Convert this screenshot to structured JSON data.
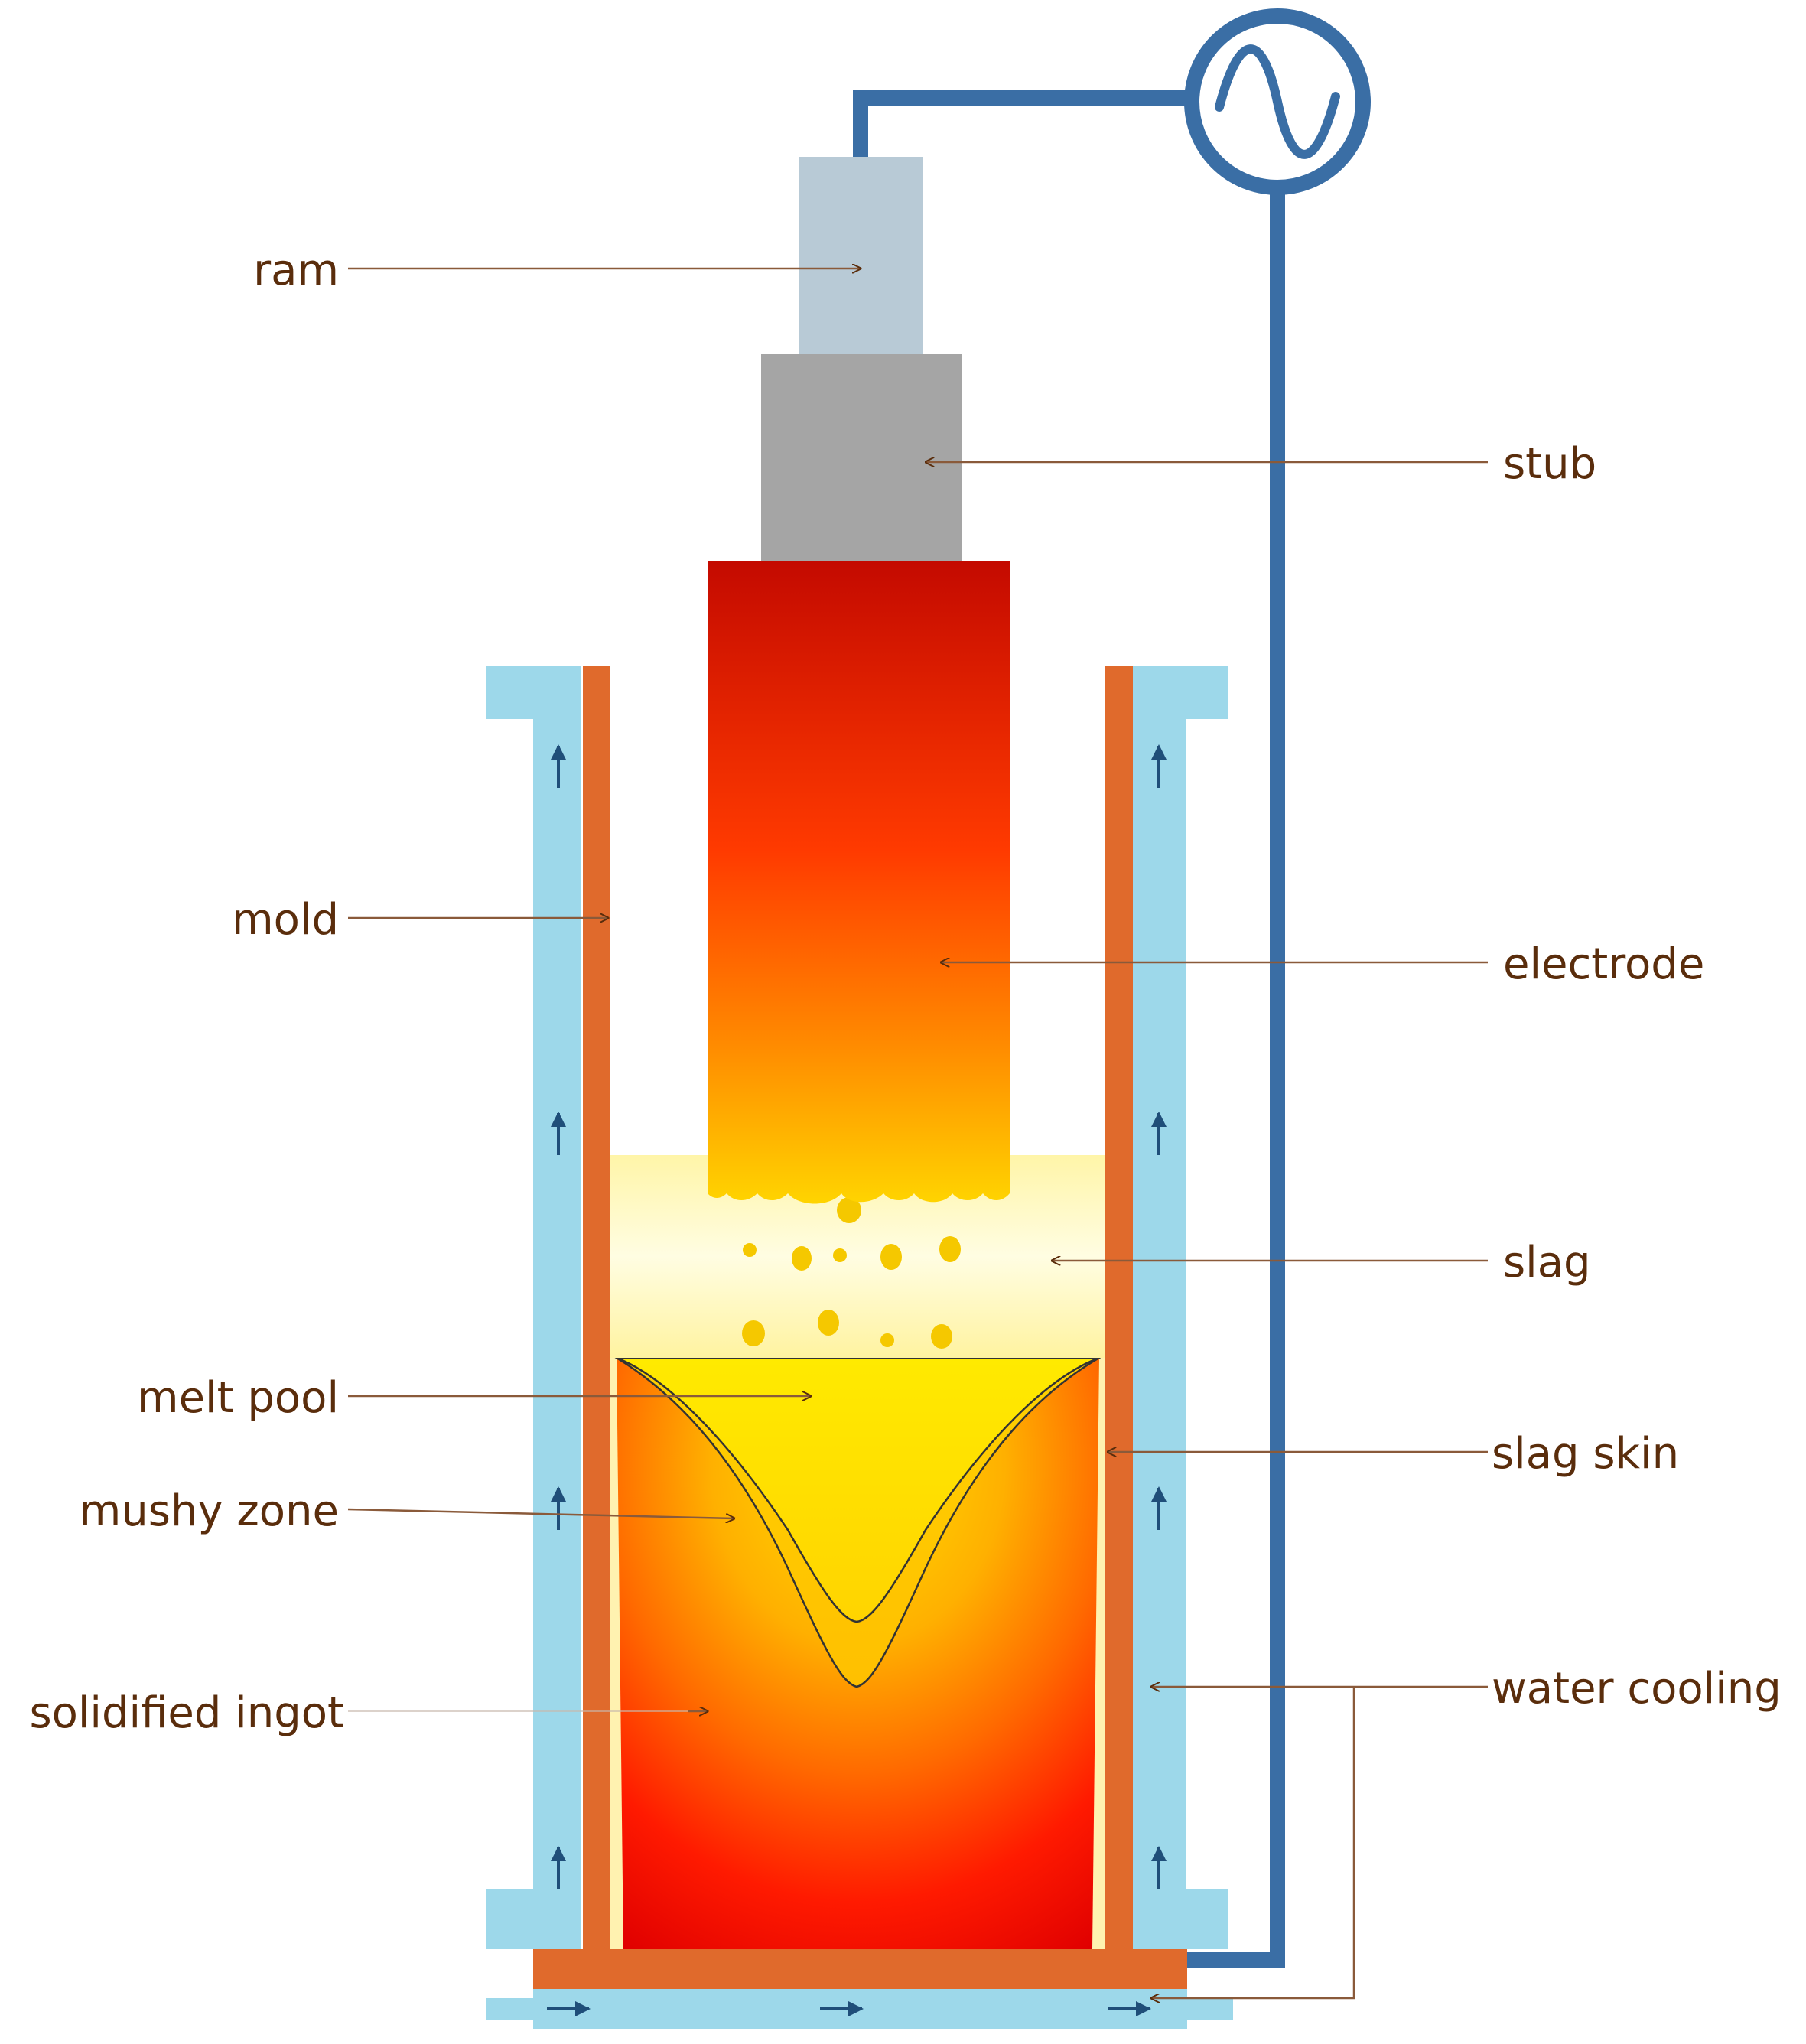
{
  "labels": {
    "ram": "ram",
    "stub": "stub",
    "mold": "mold",
    "electrode": "electrode",
    "slag": "slag",
    "melt_pool": "melt pool",
    "slag_skin": "slag skin",
    "mushy_zone": "mushy zone",
    "solidified_ingot": "solidified ingot",
    "water_cooling": "water cooling"
  },
  "power_source_icon": "ac-sine-icon",
  "colors": {
    "circuit": "#3a6ea5",
    "water": "#9dd8ea",
    "mold": "#e06a2c",
    "ram": "#b8cad6",
    "stub": "#a5a5a5",
    "label_text": "#5a2d0c",
    "leader_line": "#8a5a3a",
    "flow_arrow": "#1f4e79"
  }
}
